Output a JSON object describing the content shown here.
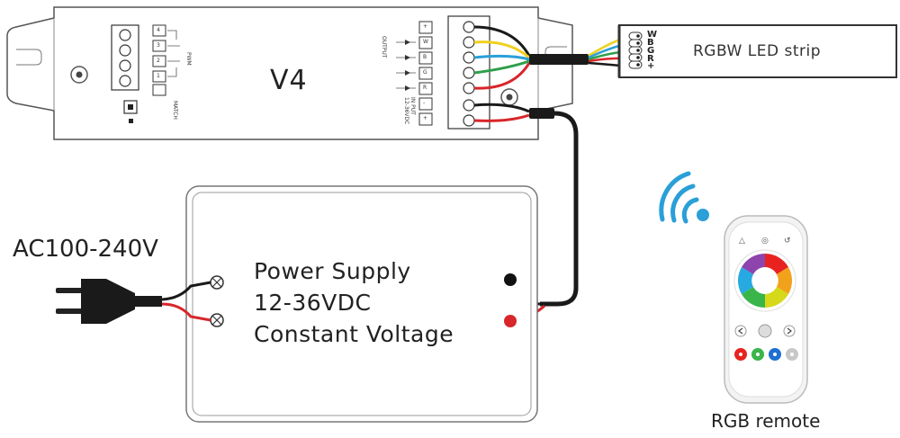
{
  "controller": {
    "name": "V4",
    "output_label": "OUTPUT",
    "input_label": "12-36VDC",
    "input_label_top": "IN PUT",
    "match_label": "MATCH",
    "pwm_label": "PWM",
    "channel_terminals": [
      "4",
      "3",
      "2",
      "1"
    ],
    "output_terminals": [
      "+",
      "W",
      "B",
      "G",
      "R"
    ],
    "input_terminals": [
      "-",
      "+"
    ]
  },
  "led_strip": {
    "label": "RGBW LED strip",
    "wire_labels": [
      "W",
      "B",
      "G",
      "R",
      "+"
    ]
  },
  "power_supply": {
    "line1": "Power Supply",
    "line2": "12-36VDC",
    "line3": "Constant Voltage"
  },
  "ac_input": {
    "label": "AC100-240V"
  },
  "remote": {
    "label": "RGB remote"
  },
  "colors": {
    "wire_white": "#d0d0d0",
    "wire_blue": "#2a9fd8",
    "wire_green": "#2e9e4a",
    "wire_red": "#d8262b",
    "wire_black": "#1a1a1a",
    "wire_yellow": "#f0d020",
    "signal_blue": "#2a9fd8",
    "outline": "#555555"
  }
}
